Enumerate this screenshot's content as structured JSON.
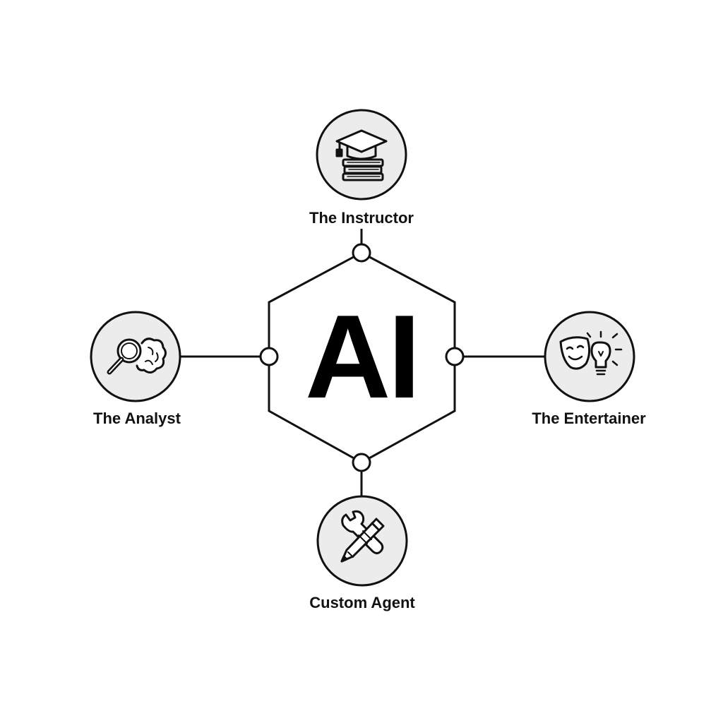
{
  "center": {
    "label": "AI"
  },
  "nodes": [
    {
      "id": "instructor",
      "label": "The Instructor",
      "icon": "graduation-cap-books-icon"
    },
    {
      "id": "analyst",
      "label": "The Analyst",
      "icon": "magnifier-brain-icon"
    },
    {
      "id": "entertainer",
      "label": "The Entertainer",
      "icon": "theater-mask-lightbulb-icon"
    },
    {
      "id": "custom",
      "label": "Custom Agent",
      "icon": "wrench-pencil-icon"
    }
  ],
  "colors": {
    "stroke": "#111111",
    "node_fill": "#ececec",
    "connector_fill": "#ffffff",
    "background": "#ffffff"
  }
}
